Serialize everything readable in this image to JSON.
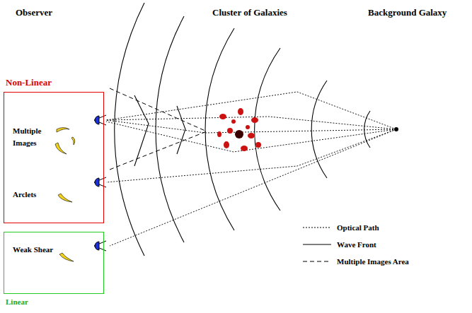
{
  "diagram": {
    "nodes": [
      {
        "text": [
          "Non-Linear",
          "Multiple Images",
          "Arclets"
        ]
      },
      {
        "text": [
          "Weak Shear",
          "Linear"
        ]
      }
    ],
    "labels": [
      "Observer",
      "Cluster of Galaxies",
      "Background Galaxy"
    ],
    "legend": [
      {
        "text": "Optical Path"
      },
      {
        "text": "Wave Front"
      },
      {
        "text": "Multiple Images Area"
      }
    ]
  }
}
